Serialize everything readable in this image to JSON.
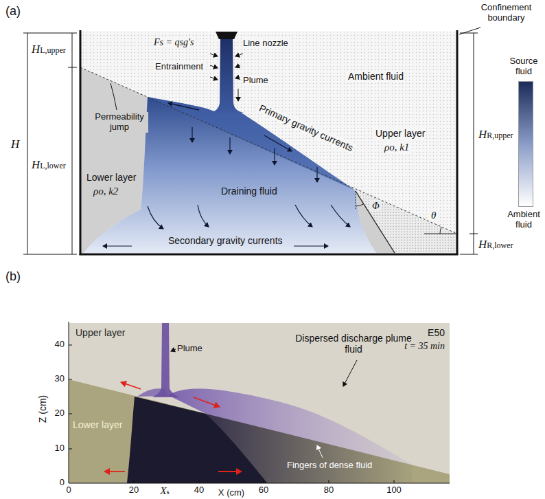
{
  "diagram": {
    "labels": [
      "(a)",
      "Confinement boundary",
      "HL,upper",
      "H",
      "HL,lower",
      "Fs = qsg′s",
      "Line nozzle",
      "Entrainment",
      "Plume",
      "Ambient fluid",
      "Permeability jump",
      "Upper layer",
      "ρo, k1",
      "Primary gravity currents",
      "HR,upper",
      "Lower layer",
      "ρo, k2",
      "Draining fluid",
      "Φ",
      "θ",
      "HR,lower",
      "Secondary gravity currents",
      "(b)",
      "Upper layer",
      "Plume",
      "Dispersed discharge plume fluid",
      "E50",
      "t = 35 min",
      "Lower layer",
      "Fingers of dense fluid",
      "40",
      "30",
      "20",
      "10",
      "0",
      "0",
      "20",
      "40",
      "60",
      "80",
      "100",
      "Xs",
      "Z (cm)",
      "X (cm)"
    ],
    "legend": [
      {
        "text": "Source fluid",
        "color": "#1c2c5a"
      },
      {
        "text": "Ambient fluid",
        "color": "#ffffff"
      }
    ]
  }
}
